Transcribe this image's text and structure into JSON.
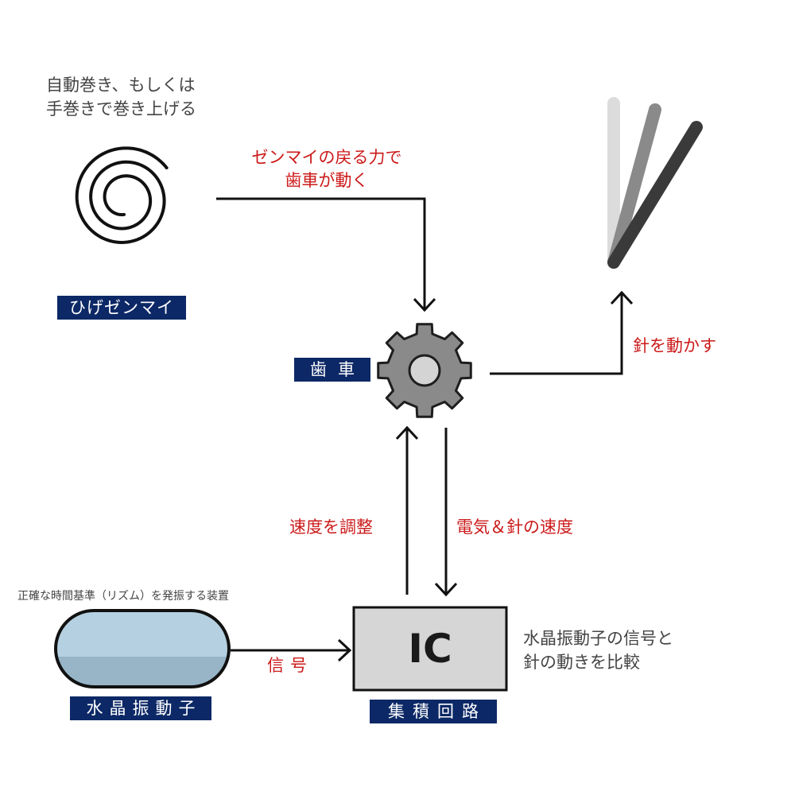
{
  "spring": {
    "note_line1": "自動巻き、もしくは",
    "note_line2": "手巻きで巻き上げる",
    "label": "ひげゼンマイ"
  },
  "arrow_spring_gear": {
    "label_line1": "ゼンマイの戻る力で",
    "label_line2": "歯車が動く"
  },
  "gear": {
    "label": "歯車"
  },
  "arrow_gear_hands": {
    "label": "針を動かす"
  },
  "arrow_ic_gear": {
    "label": "速度を調整"
  },
  "arrow_gear_ic": {
    "label": "電気＆針の速度"
  },
  "crystal": {
    "note": "正確な時間基準（リズム）を発振する装置",
    "label": "水晶振動子"
  },
  "arrow_crystal_ic": {
    "label": "信号"
  },
  "ic": {
    "text": "IC",
    "label": "集積回路",
    "note_line1": "水晶振動子の信号と",
    "note_line2": "針の動きを比較"
  },
  "colors": {
    "badge_bg": "#0c2866",
    "arrow_label": "#cc1a1a",
    "gear_fill": "#8a8a8a",
    "ic_fill": "#d6d6d6",
    "crystal_top": "#b5d0e0",
    "crystal_bottom": "#98b5c8"
  },
  "icons": [
    "spiral-spring-icon",
    "gear-icon",
    "watch-hands-icon",
    "crystal-capsule-icon"
  ]
}
